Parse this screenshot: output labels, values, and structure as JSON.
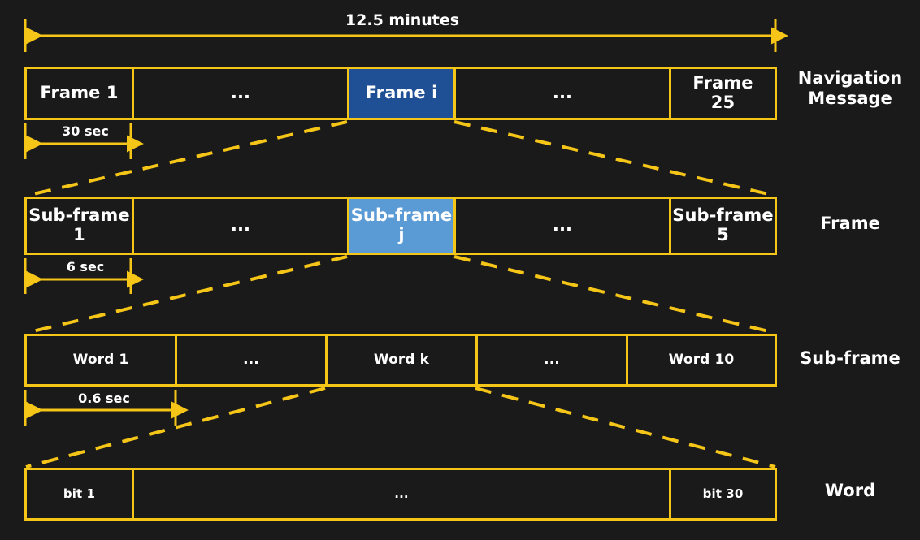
{
  "figure": {
    "background_color": "#1a1a1a",
    "accent_color": "#f5c518",
    "highlight_dark_color": "#1f5095",
    "highlight_light_color": "#5b9bd5",
    "text_color": "#ffffff"
  },
  "dimensions": {
    "total": "12.5 minutes",
    "frame": "30 sec",
    "subframe": "6 sec",
    "word": "0.6 sec"
  },
  "rows": [
    {
      "key": "navigation_message",
      "label": "Navigation\nMessage",
      "cells": [
        {
          "text": "Frame 1",
          "highlight": "none"
        },
        {
          "text": "...",
          "highlight": "none"
        },
        {
          "text": "Frame i",
          "highlight": "dark"
        },
        {
          "text": "...",
          "highlight": "none"
        },
        {
          "text": "Frame\n25",
          "highlight": "none"
        }
      ]
    },
    {
      "key": "frame",
      "label": "Frame",
      "cells": [
        {
          "text": "Sub-frame\n1",
          "highlight": "none"
        },
        {
          "text": "...",
          "highlight": "none"
        },
        {
          "text": "Sub-frame\nj",
          "highlight": "light"
        },
        {
          "text": "...",
          "highlight": "none"
        },
        {
          "text": "Sub-frame\n5",
          "highlight": "none"
        }
      ]
    },
    {
      "key": "sub_frame",
      "label": "Sub-frame",
      "cells": [
        {
          "text": "Word 1",
          "highlight": "none"
        },
        {
          "text": "...",
          "highlight": "none"
        },
        {
          "text": "Word k",
          "highlight": "none"
        },
        {
          "text": "...",
          "highlight": "none"
        },
        {
          "text": "Word 10",
          "highlight": "none"
        }
      ]
    },
    {
      "key": "word",
      "label": "Word",
      "cells": [
        {
          "text": "bit 1",
          "highlight": "none"
        },
        {
          "text": "...",
          "highlight": "none"
        },
        {
          "text": "bit 30",
          "highlight": "none"
        }
      ]
    }
  ]
}
